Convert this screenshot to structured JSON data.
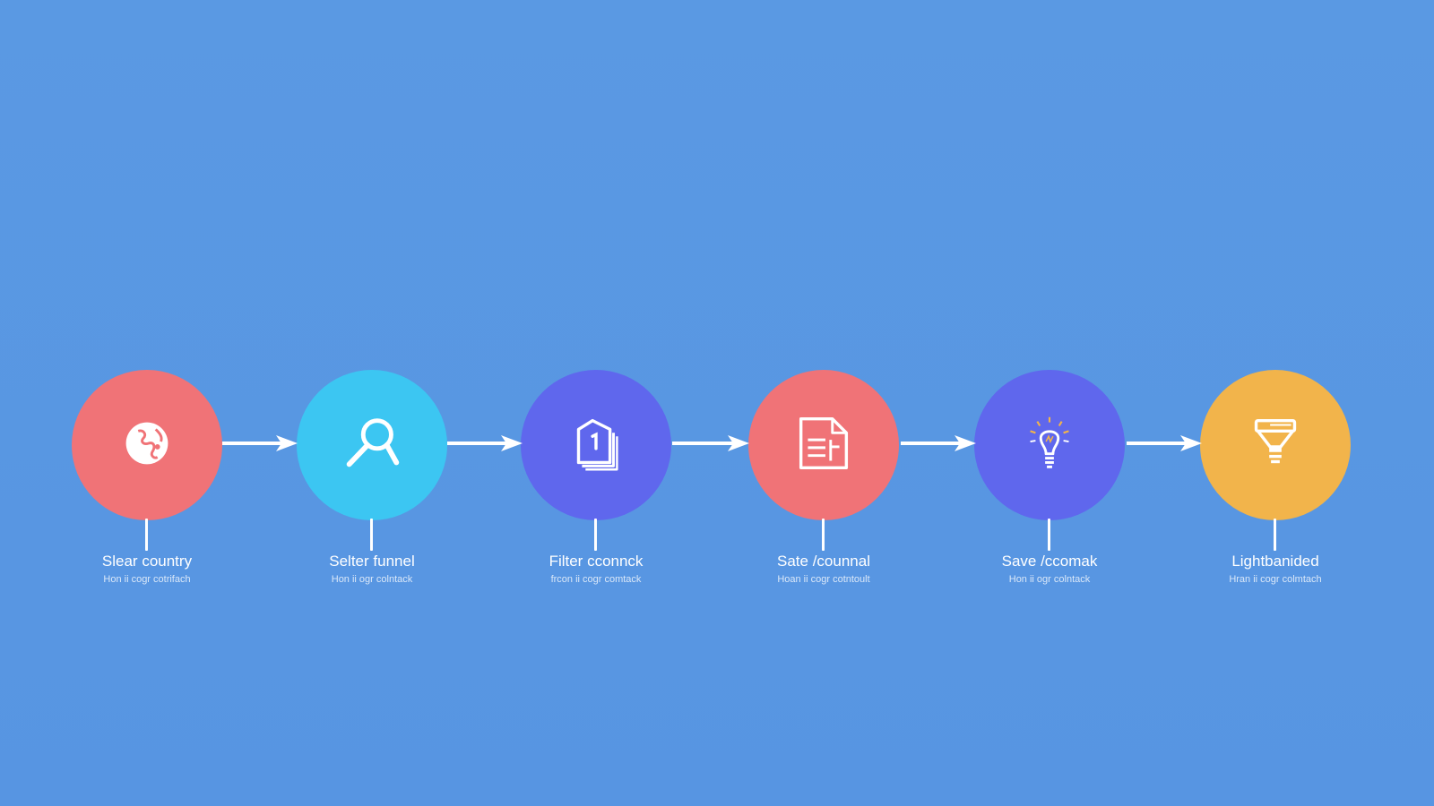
{
  "colors": {
    "background": "#5898e3",
    "coral": "#f07377",
    "sky": "#3cc6f2",
    "indigo": "#5f67ed",
    "amber": "#f2b44b",
    "line": "#ffffff"
  },
  "steps": [
    {
      "title": "Slear country",
      "subtitle": "Hon ii cogr cotrifach",
      "icon": "globe-icon",
      "color": "#f07377"
    },
    {
      "title": "Selter funnel",
      "subtitle": "Hon ii ogr colntack",
      "icon": "magnifier-icon",
      "color": "#3cc6f2"
    },
    {
      "title": "Filter cconnck",
      "subtitle": "frcon ii cogr comtack",
      "icon": "stacked-cards-icon",
      "color": "#5f67ed"
    },
    {
      "title": "Sate /counnal",
      "subtitle": "Hoan ii cogr cotntoult",
      "icon": "document-icon",
      "color": "#f07377"
    },
    {
      "title": "Save /ccomak",
      "subtitle": "Hon ii ogr colntack",
      "icon": "lightbulb-icon",
      "color": "#5f67ed"
    },
    {
      "title": "Lightbanided",
      "subtitle": "Hran ii cogr colmtach",
      "icon": "funnel-icon",
      "color": "#f2b44b"
    }
  ]
}
